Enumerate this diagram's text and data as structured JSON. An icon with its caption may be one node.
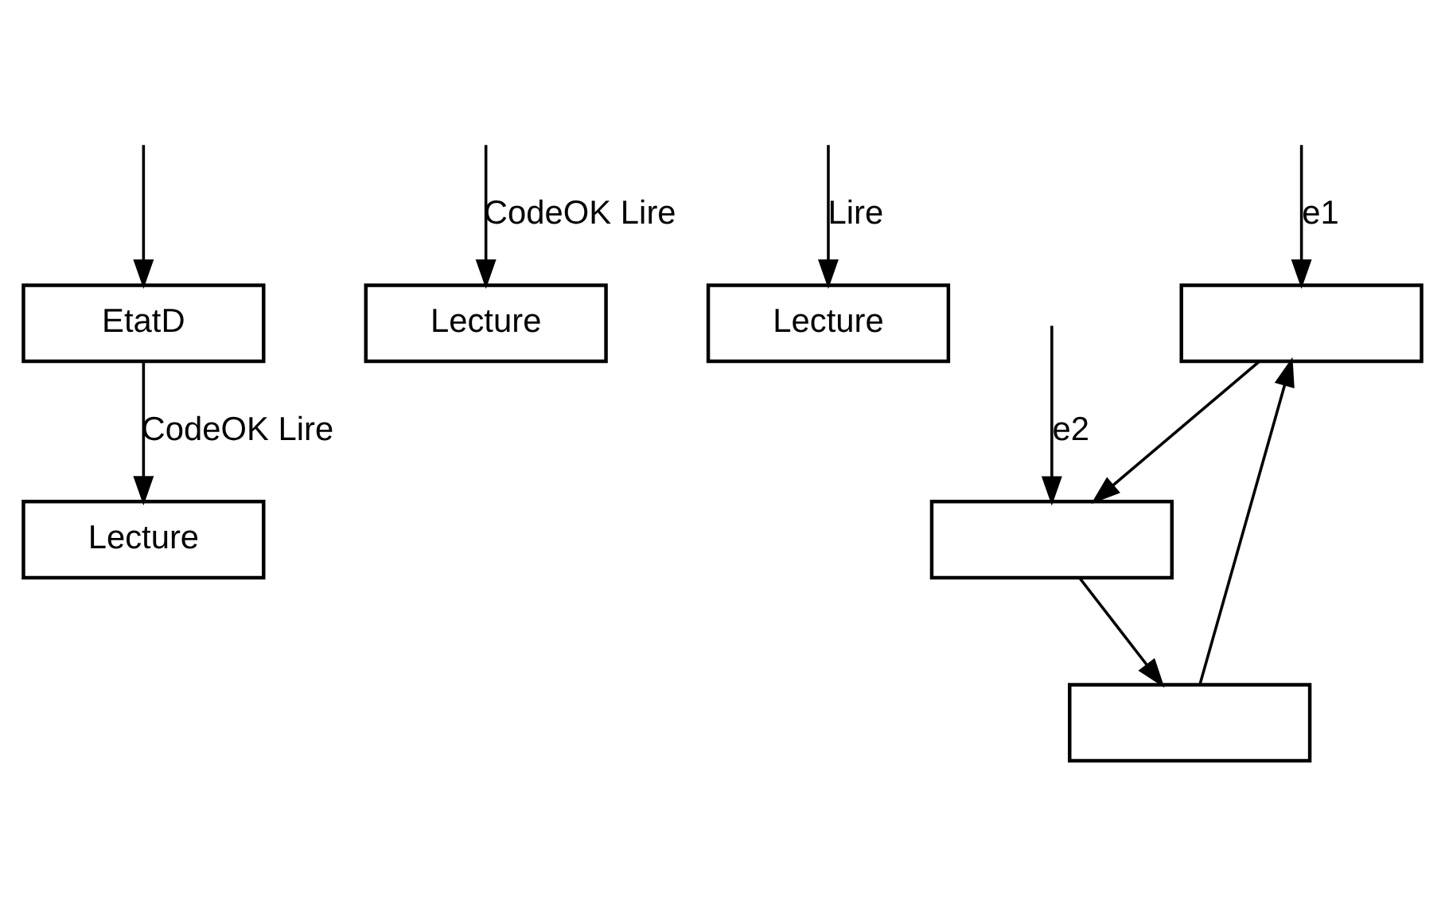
{
  "diagram": {
    "nodes": [
      {
        "text": [
          "EtatD"
        ]
      },
      {
        "text": [
          "Lecture"
        ]
      },
      {
        "text": [
          "Lecture"
        ]
      },
      {
        "text": [
          "Lecture"
        ]
      },
      {
        "text": [],
        "shape": "box"
      },
      {
        "text": [],
        "shape": "box"
      },
      {
        "text": [],
        "shape": "box"
      }
    ],
    "edges": [
      {
        "from": null,
        "to": 0,
        "arrow": "to"
      },
      {
        "from": 0,
        "to": 1,
        "arrow": "to",
        "label": "CodeOK Lire"
      },
      {
        "from": null,
        "to": 2,
        "arrow": "to",
        "label": "CodeOK Lire"
      },
      {
        "from": null,
        "to": 3,
        "arrow": "to",
        "label": "Lire"
      },
      {
        "from": null,
        "to": 4,
        "arrow": "to",
        "label": "e1"
      },
      {
        "from": 6,
        "to": 4,
        "arrow": "to"
      },
      {
        "from": 4,
        "to": 5,
        "arrow": "to"
      },
      {
        "from": null,
        "to": 5,
        "arrow": "to",
        "label": "e2"
      },
      {
        "from": 5,
        "to": 6,
        "arrow": "to"
      }
    ]
  }
}
